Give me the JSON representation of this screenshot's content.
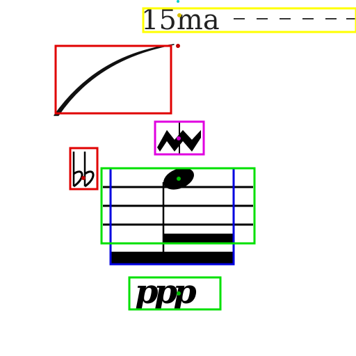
{
  "score_fragment": {
    "ottava_text": "15ma",
    "dynamic_text": "ppp",
    "accidental": "double-flat",
    "ornament": "mordent",
    "notehead": "filled",
    "staff_lines": 5
  },
  "annotation_boxes": [
    {
      "label": "ottava-marking-box",
      "color": "#ffff00"
    },
    {
      "label": "slur-box",
      "color": "#e00000"
    },
    {
      "label": "mordent-box",
      "color": "#e000e0"
    },
    {
      "label": "double-flat-box",
      "color": "#e00000"
    },
    {
      "label": "note-region-box",
      "color": "#0000e0"
    },
    {
      "label": "staff-region-box",
      "color": "#00e000"
    },
    {
      "label": "dynamic-box",
      "color": "#00e000"
    }
  ]
}
